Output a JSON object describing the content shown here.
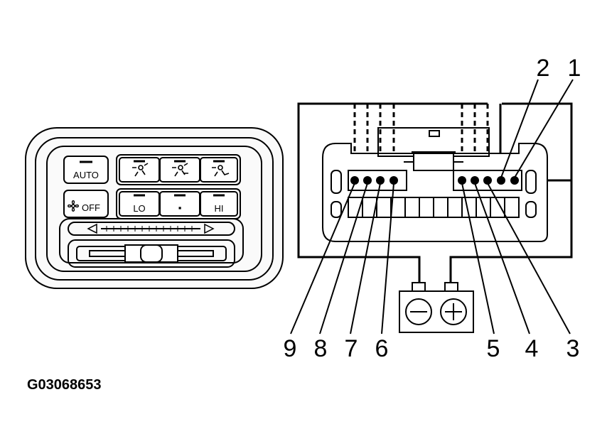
{
  "diagram": {
    "figure_code": "G03068653",
    "control_panel": {
      "buttons": {
        "auto": "AUTO",
        "fan_off": "OFF",
        "lo": "LO",
        "hi": "HI",
        "mid": "▪"
      },
      "icons": [
        "face-vent-icon",
        "bi-level-icon",
        "foot-vent-icon",
        "fan-icon"
      ]
    },
    "connector": {
      "pin_labels_top": [
        "2",
        "1"
      ],
      "pin_labels_bottom": [
        "9",
        "8",
        "7",
        "6",
        "5",
        "4",
        "3"
      ]
    },
    "battery": {
      "negative_symbol": "minus-icon",
      "positive_symbol": "plus-icon"
    },
    "colors": {
      "ink": "#000000",
      "panel_fill": "#f2f2f2",
      "background": "#ffffff"
    }
  }
}
